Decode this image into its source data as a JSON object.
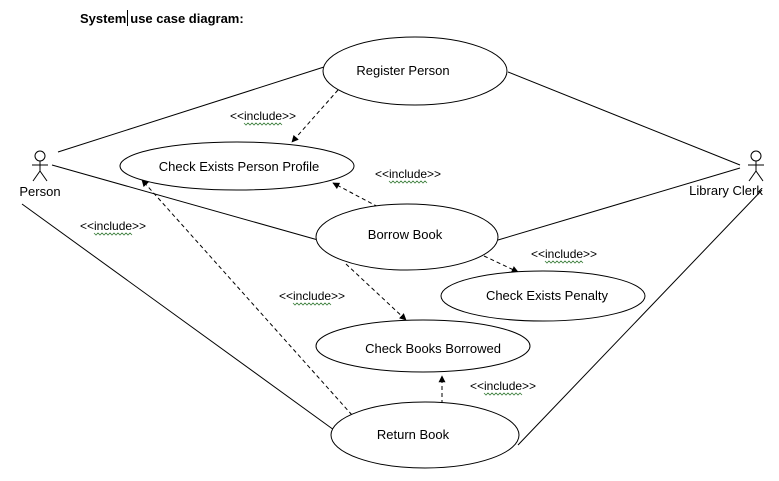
{
  "diagram": {
    "title_before": "System",
    "title_after": "use case diagram:",
    "actors": {
      "person": "Person",
      "clerk": "Library Clerk"
    },
    "use_cases": {
      "register": "Register Person",
      "check_profile": "Check Exists Person Profile",
      "borrow": "Borrow Book",
      "check_penalty": "Check Exists Penalty",
      "check_borrowed": "Check Books Borrowed",
      "return_book": "Return Book"
    },
    "include_label": "<<include>>",
    "colors": {
      "line": "#000000",
      "spellcheck_underline": "#3a7d3a"
    }
  }
}
